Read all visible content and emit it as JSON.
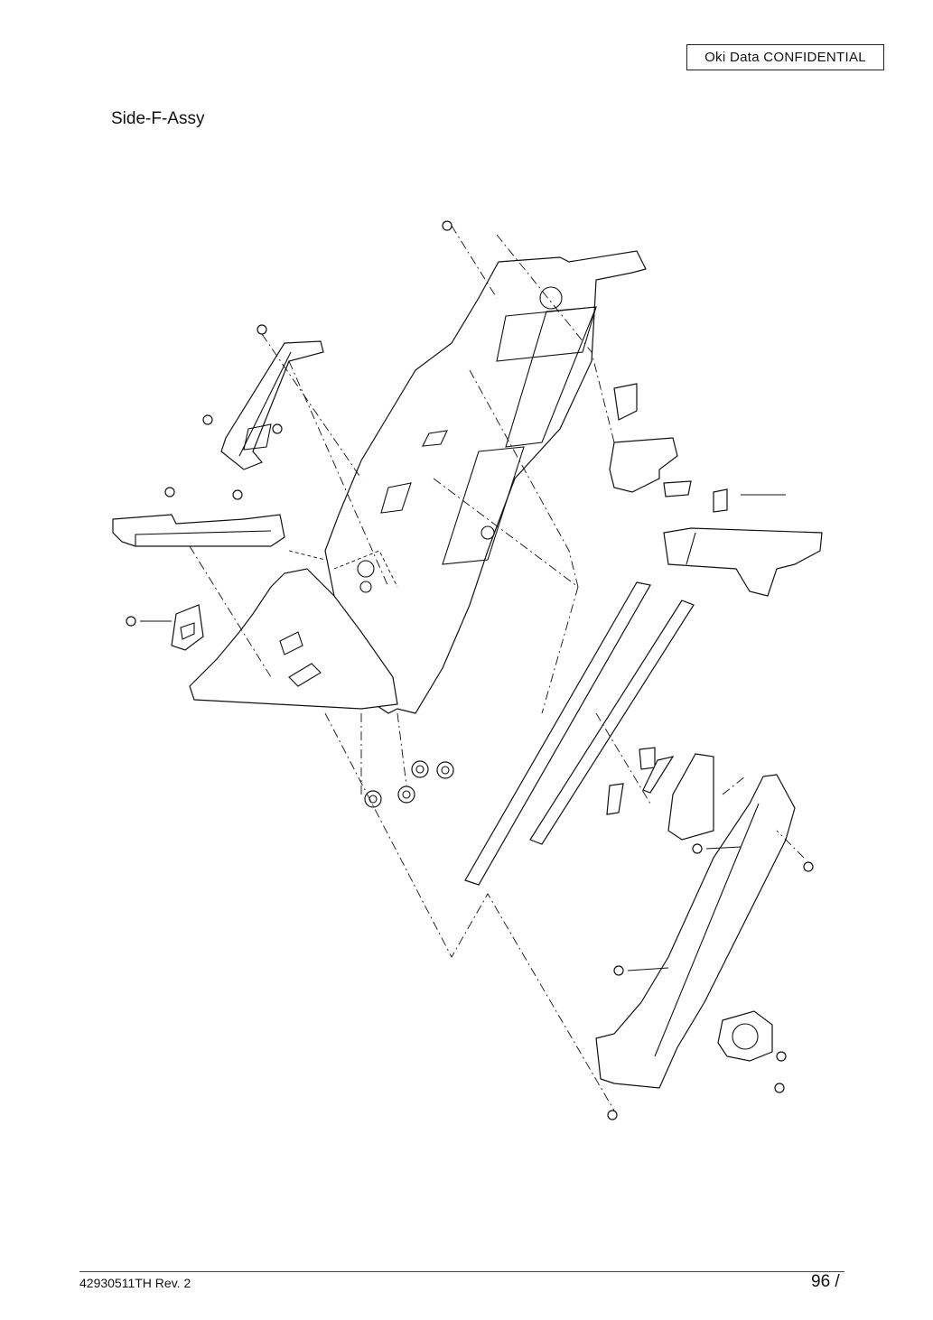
{
  "header": {
    "confidential_label": "Oki Data CONFIDENTIAL"
  },
  "section": {
    "title": "Side-F-Assy"
  },
  "footer": {
    "doc_number": "42930511TH  Rev. 2",
    "page_number": "96 /"
  }
}
